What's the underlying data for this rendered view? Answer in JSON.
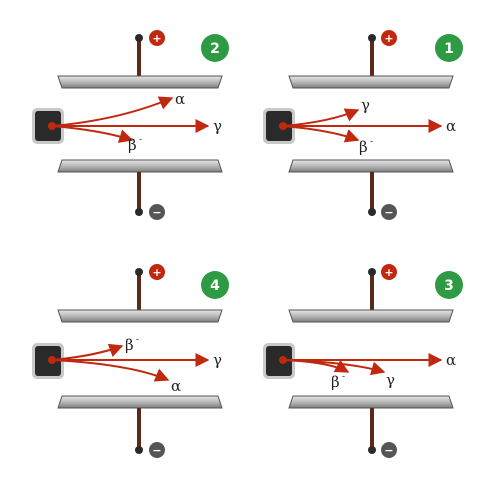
{
  "panels": [
    {
      "number": "2",
      "plus_sign": "+",
      "minus_sign": "−",
      "labels": {
        "alpha": "α",
        "gamma": "γ",
        "beta": "β",
        "beta_sup": "-"
      }
    },
    {
      "number": "1",
      "plus_sign": "+",
      "minus_sign": "−",
      "labels": {
        "alpha": "α",
        "gamma": "γ",
        "beta": "β",
        "beta_sup": "-"
      }
    },
    {
      "number": "4",
      "plus_sign": "+",
      "minus_sign": "−",
      "labels": {
        "alpha": "α",
        "gamma": "γ",
        "beta": "β",
        "beta_sup": "-"
      }
    },
    {
      "number": "3",
      "plus_sign": "+",
      "minus_sign": "−",
      "labels": {
        "alpha": "α",
        "gamma": "γ",
        "beta": "β",
        "beta_sup": "-"
      }
    }
  ],
  "colors": {
    "ray": "#c0280f",
    "badge": "#2e9a44",
    "plus_terminal": "#c0280f",
    "minus_terminal": "#555555",
    "plate": "#b9b9b9",
    "source": "#2a2a2a"
  }
}
